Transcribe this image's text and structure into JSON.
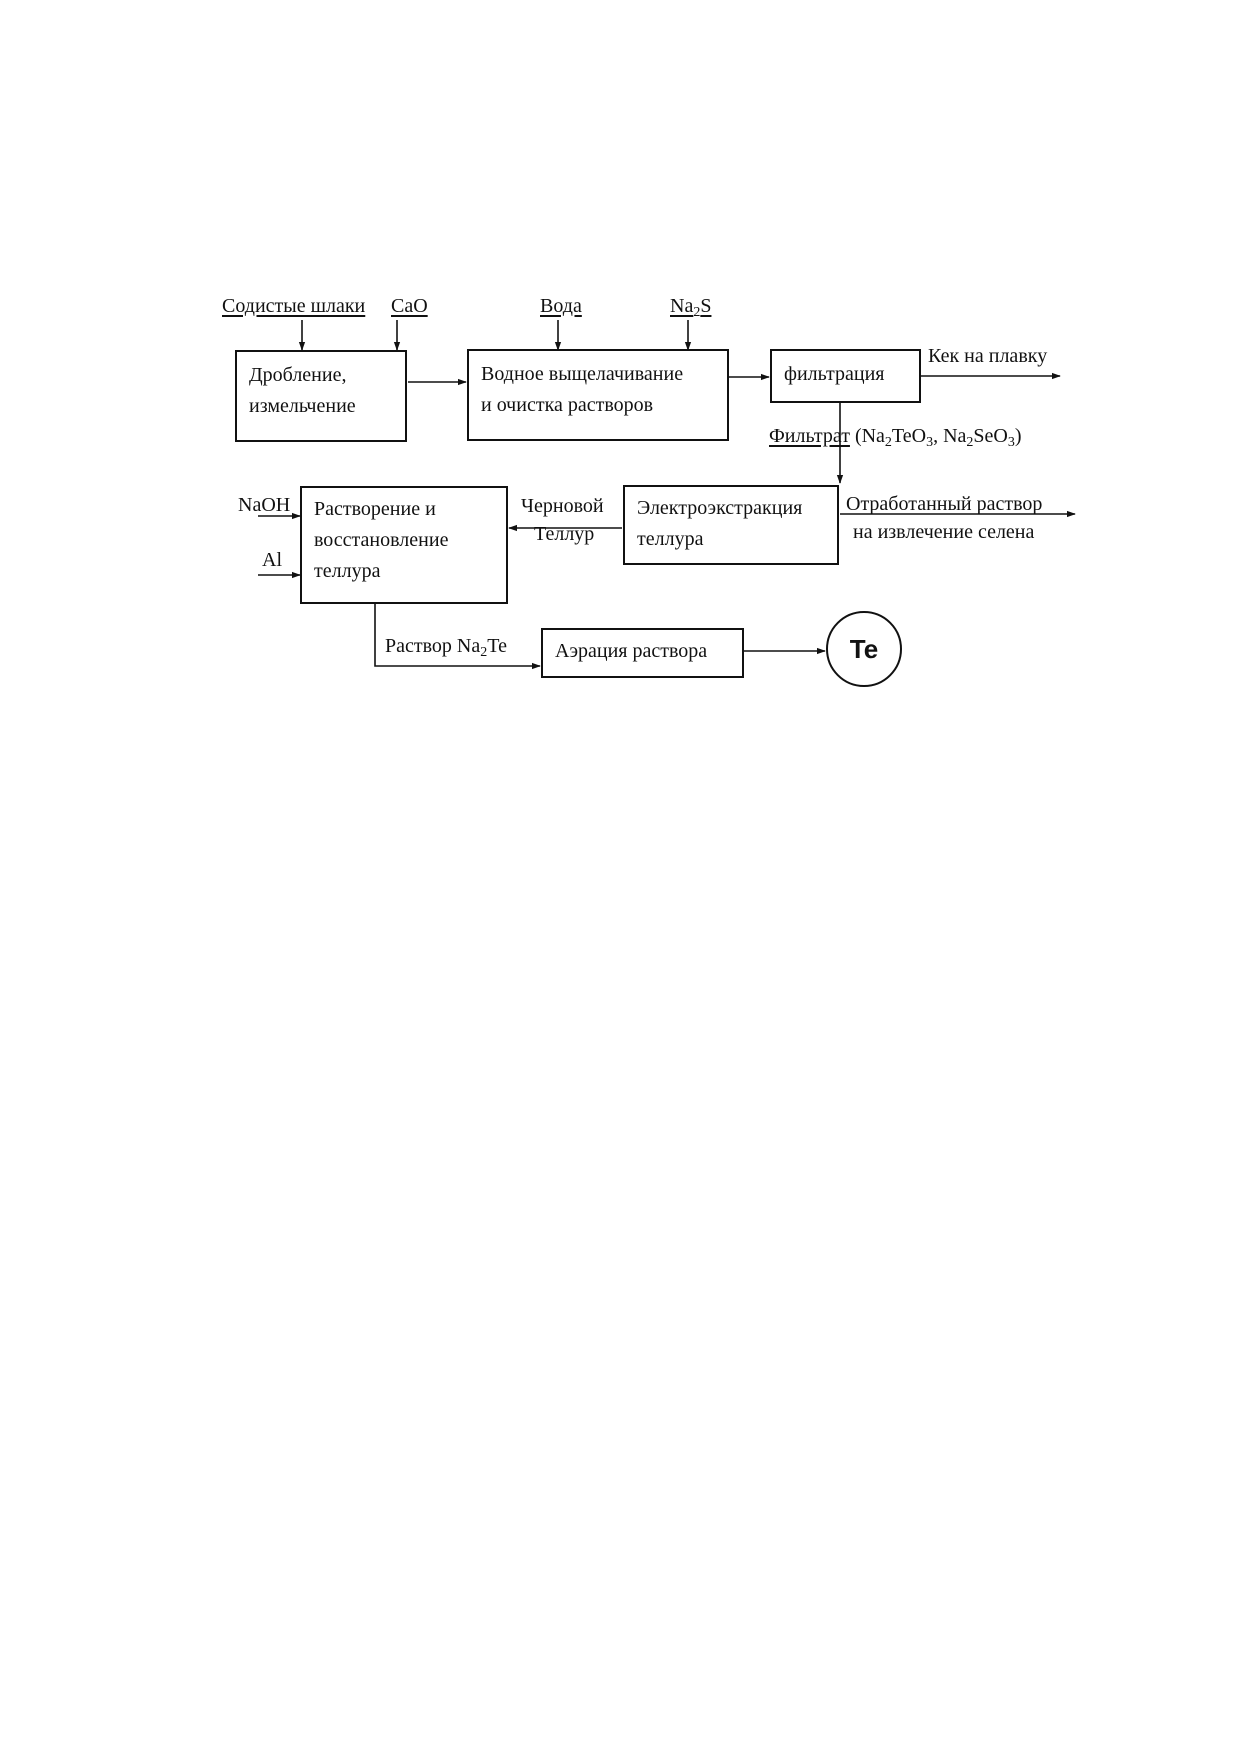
{
  "inputs": {
    "slag": "Содистые шлаки",
    "cao": "CaO",
    "water": "Вода",
    "na2s_main": "Na",
    "na2s_sub": "2",
    "na2s_end": "S",
    "naoh": "NaOH",
    "al": "Al"
  },
  "boxes": {
    "crushing": {
      "line1": "Дробление,",
      "line2": "измельчение"
    },
    "leaching": {
      "line1": "Водное выщелачивание",
      "line2": "и очистка растворов"
    },
    "filtration": {
      "line1": "фильтрация"
    },
    "electro": {
      "line1": "Электроэкстракция",
      "line2": "теллура"
    },
    "dissolution": {
      "line1": "Растворение и",
      "line2": "восстановление",
      "line3": "теллура"
    },
    "aeration": {
      "line1": "Аэрация раствора"
    }
  },
  "outputs": {
    "cake": "Кек на плавку",
    "filtrate_word": "Фильтрат",
    "filtrate_paren_open": "(Na",
    "filtrate_sub1": "2",
    "filtrate_mid": "TeO",
    "filtrate_sub2": "3",
    "filtrate_sep": ", Na",
    "filtrate_sub3": "2",
    "filtrate_mid2": "SeO",
    "filtrate_sub4": "3",
    "filtrate_close": ")",
    "spent_line1": "Отработанный раствор",
    "spent_line2": "на извлечение селена",
    "crude_line1": "Черновой",
    "crude_line2": "Теллур",
    "na2te_prefix": "Раствор Na",
    "na2te_sub": "2",
    "na2te_end": "Te",
    "product": "Te"
  }
}
